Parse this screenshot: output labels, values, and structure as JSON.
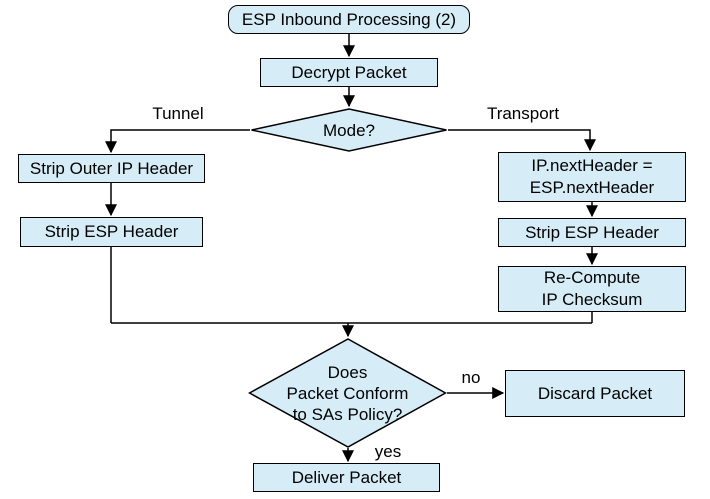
{
  "nodes": {
    "start": {
      "label": "ESP Inbound Processing (2)"
    },
    "decrypt": {
      "label": "Decrypt Packet"
    },
    "mode": {
      "label": "Mode?"
    },
    "strip_outer_ip": {
      "label": "Strip Outer IP Header"
    },
    "strip_esp_tunnel": {
      "label": "Strip ESP Header"
    },
    "ip_next_header": {
      "label": "IP.nextHeader =\nESP.nextHeader"
    },
    "strip_esp_transport": {
      "label": "Strip ESP Header"
    },
    "recompute_checksum": {
      "label": "Re-Compute\nIP Checksum"
    },
    "policy_check": {
      "label": "Does\nPacket Conform\nto SAs Policy?"
    },
    "discard": {
      "label": "Discard Packet"
    },
    "deliver": {
      "label": "Deliver Packet"
    }
  },
  "edge_labels": {
    "tunnel": "Tunnel",
    "transport": "Transport",
    "no": "no",
    "yes": "yes"
  },
  "colors": {
    "node_fill": "#d6edf8",
    "node_border": "#000000",
    "line": "#000000",
    "text": "#000000",
    "background": "#ffffff"
  }
}
